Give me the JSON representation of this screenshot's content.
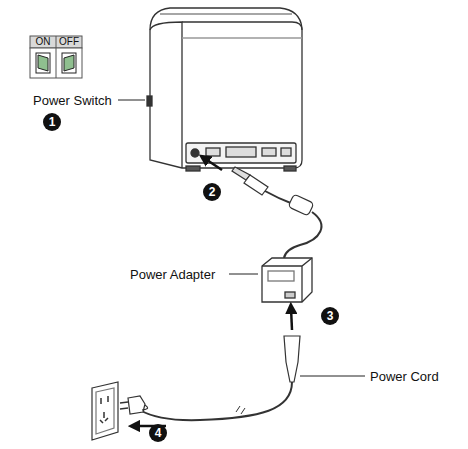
{
  "diagram": {
    "labels": [
      "ON",
      "OFF",
      "Power Switch",
      "1",
      "2",
      "3",
      "4",
      "Power Adapter",
      "Power Cord"
    ]
  }
}
